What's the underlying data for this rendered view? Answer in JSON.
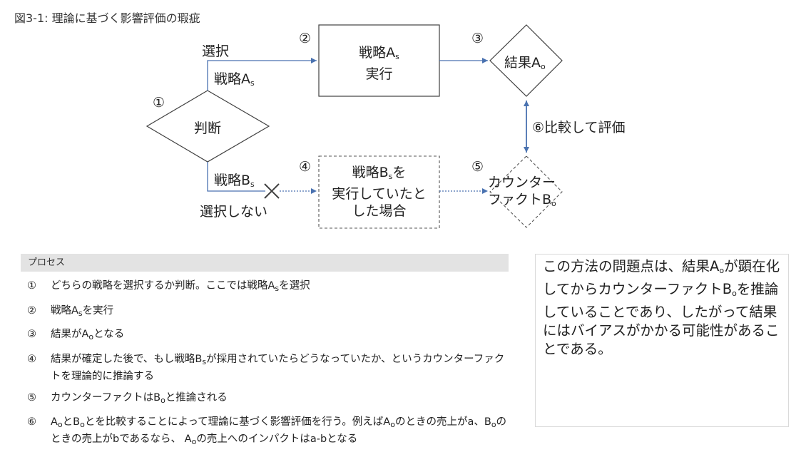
{
  "title": "図3-1: 理論に基づく影響評価の瑕疵",
  "diagram": {
    "select_label": "選択",
    "strategy_a_label": "戦略A",
    "strategy_b_label": "戦略B",
    "sub_s": "s",
    "sub_o": "o",
    "decision": "判断",
    "execute_a_line1": "戦略A",
    "execute_a_line2": "実行",
    "result_a": "結果A",
    "compare": "⑥比較して評価",
    "box_b_line1_a": "戦略B",
    "box_b_line1_b": "を",
    "box_b_line2": "実行していたと",
    "box_b_line3": "した場合",
    "not_selected": "選択しない",
    "counterfact_line1": "カウンター",
    "counterfact_line2": "ファクトB",
    "n1": "①",
    "n2": "②",
    "n3": "③",
    "n4": "④",
    "n5": "⑤",
    "colors": {
      "arrow_blue": "#4a72b0",
      "shape_border": "#404040",
      "dashed": "#555555"
    }
  },
  "process": {
    "header": "プロセス",
    "steps": [
      {
        "num": "①",
        "parts": [
          "どちらの戦略を選択するか判断。ここでは戦略A",
          "s",
          "を選択"
        ]
      },
      {
        "num": "②",
        "parts": [
          "戦略A",
          "s",
          "を実行"
        ]
      },
      {
        "num": "③",
        "parts": [
          "結果がA",
          "o",
          "となる"
        ]
      },
      {
        "num": "④",
        "parts": [
          "結果が確定した後で、もし戦略B",
          "s",
          "が採用されていたらどうなっていたか、というカウンターファクトを理論的に推論する"
        ]
      },
      {
        "num": "⑤",
        "parts": [
          "カウンターファクトはB",
          "o",
          "と推論される"
        ]
      },
      {
        "num": "⑥",
        "parts": [
          "A",
          "o",
          "とB",
          "o",
          "とを比較することによって理論に基づく影響評価を行う。例えばA",
          "o",
          "のときの売上がa、B",
          "o",
          "のときの売上がbであるなら、 A",
          "o",
          "の売上へのインパクトはa-bとなる"
        ]
      }
    ]
  },
  "note": {
    "parts": [
      "この方法の問題点は、結果A",
      "o",
      "が顕在化してからカウンターファクトB",
      "o",
      "を推論していることであり、したがって結果にはバイアスがかかる可能性があることである。"
    ]
  }
}
